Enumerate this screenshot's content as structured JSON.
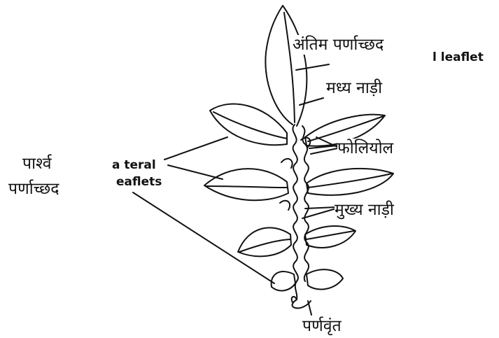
{
  "diagram": {
    "labels_hindi": {
      "terminal_leaflet": "अंतिम पर्णाच्छद",
      "midrib": "मध्य नाड़ी",
      "foliole": "फोलियोल",
      "lateral_leaflet_line1": "पार्श्व",
      "lateral_leaflet_line2": "पर्णाच्छद",
      "main_vein": "मुख्य नाड़ी",
      "petiole": "पर्णवृंत"
    },
    "labels_english": {
      "terminal_leaflet_fragment": "l leaflet",
      "lateral_line1": "a teral",
      "lateral_line2": "eaflets"
    }
  },
  "colors": {
    "ink": "#111111",
    "background": "#ffffff"
  }
}
